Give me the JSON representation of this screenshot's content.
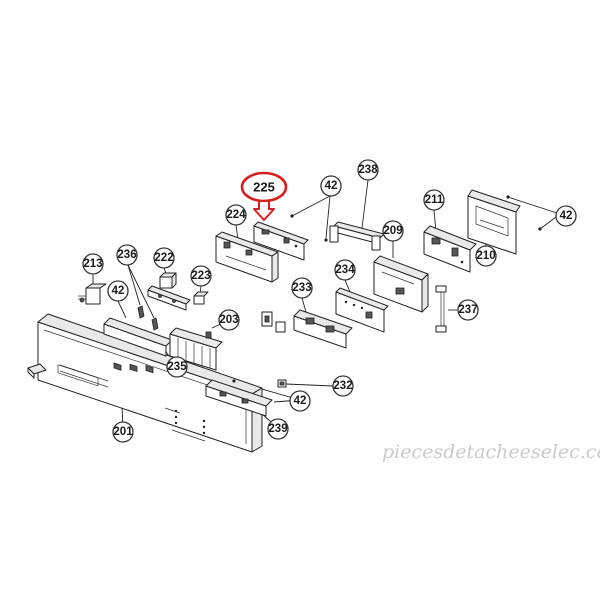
{
  "highlighted_part": "225",
  "callouts": [
    {
      "id": "c225",
      "label": "225"
    },
    {
      "id": "c42a",
      "label": "42"
    },
    {
      "id": "c238",
      "label": "238"
    },
    {
      "id": "c224",
      "label": "224"
    },
    {
      "id": "c211",
      "label": "211"
    },
    {
      "id": "c42b",
      "label": "42"
    },
    {
      "id": "c209",
      "label": "209"
    },
    {
      "id": "c210",
      "label": "210"
    },
    {
      "id": "c213",
      "label": "213"
    },
    {
      "id": "c236",
      "label": "236"
    },
    {
      "id": "c222",
      "label": "222"
    },
    {
      "id": "c223",
      "label": "223"
    },
    {
      "id": "c234",
      "label": "234"
    },
    {
      "id": "c42c",
      "label": "42"
    },
    {
      "id": "c233",
      "label": "233"
    },
    {
      "id": "c237",
      "label": "237"
    },
    {
      "id": "c203",
      "label": "203"
    },
    {
      "id": "c235",
      "label": "235"
    },
    {
      "id": "c232",
      "label": "232"
    },
    {
      "id": "c42d",
      "label": "42"
    },
    {
      "id": "c239",
      "label": "239"
    },
    {
      "id": "c201",
      "label": "201"
    }
  ],
  "watermark": {
    "text": "piecesdetacheeselec.com"
  },
  "colors": {
    "highlight": "#d81e1e",
    "line": "#222222",
    "watermark": "#c9c9cf"
  }
}
